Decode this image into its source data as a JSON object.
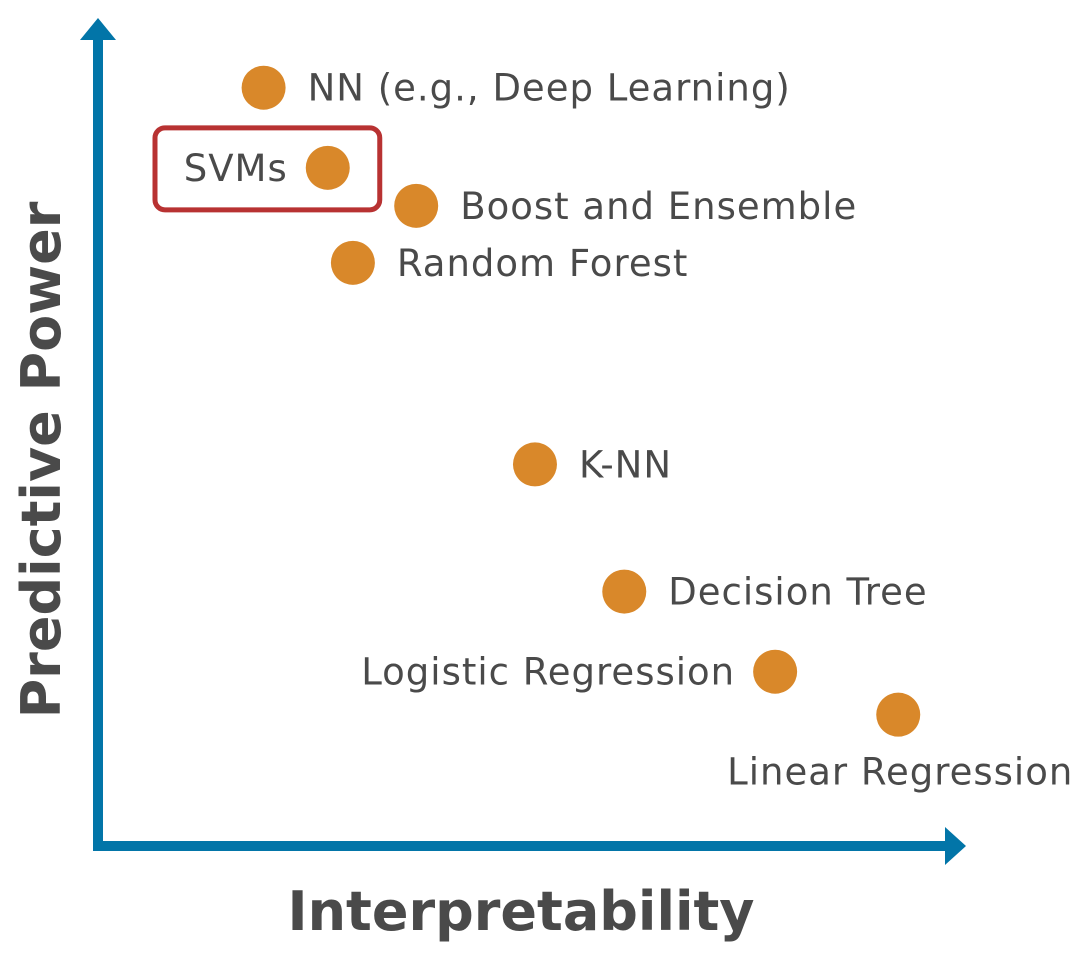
{
  "chart_data": {
    "type": "scatter",
    "title": "",
    "xlabel": "Interpretability",
    "ylabel": "Predictive Power",
    "xlim": [
      0,
      100
    ],
    "ylim": [
      0,
      100
    ],
    "grid": false,
    "ticks": false,
    "colors": {
      "axis": "#0275a8",
      "point": "#d9882a",
      "highlight_box": "#b83232",
      "text": "#4a4a4a"
    },
    "points": [
      {
        "label": "NN (e.g., Deep Learning)",
        "x": 19.1,
        "y": 91.8,
        "label_side": "right",
        "highlighted": false
      },
      {
        "label": "SVMs",
        "x": 26.5,
        "y": 82.1,
        "label_side": "left",
        "highlighted": true
      },
      {
        "label": "Boost and Ensemble",
        "x": 36.7,
        "y": 77.5,
        "label_side": "right",
        "highlighted": false
      },
      {
        "label": "Random Forest",
        "x": 29.4,
        "y": 70.6,
        "label_side": "right",
        "highlighted": false
      },
      {
        "label": "K-NN",
        "x": 50.4,
        "y": 46.2,
        "label_side": "right",
        "highlighted": false
      },
      {
        "label": "Decision Tree",
        "x": 60.7,
        "y": 30.8,
        "label_side": "right",
        "highlighted": false
      },
      {
        "label": "Logistic Regression",
        "x": 78.1,
        "y": 21.1,
        "label_side": "left",
        "highlighted": false
      },
      {
        "label": "Linear Regression",
        "x": 92.3,
        "y": 15.9,
        "label_side": "below",
        "highlighted": false
      }
    ]
  }
}
